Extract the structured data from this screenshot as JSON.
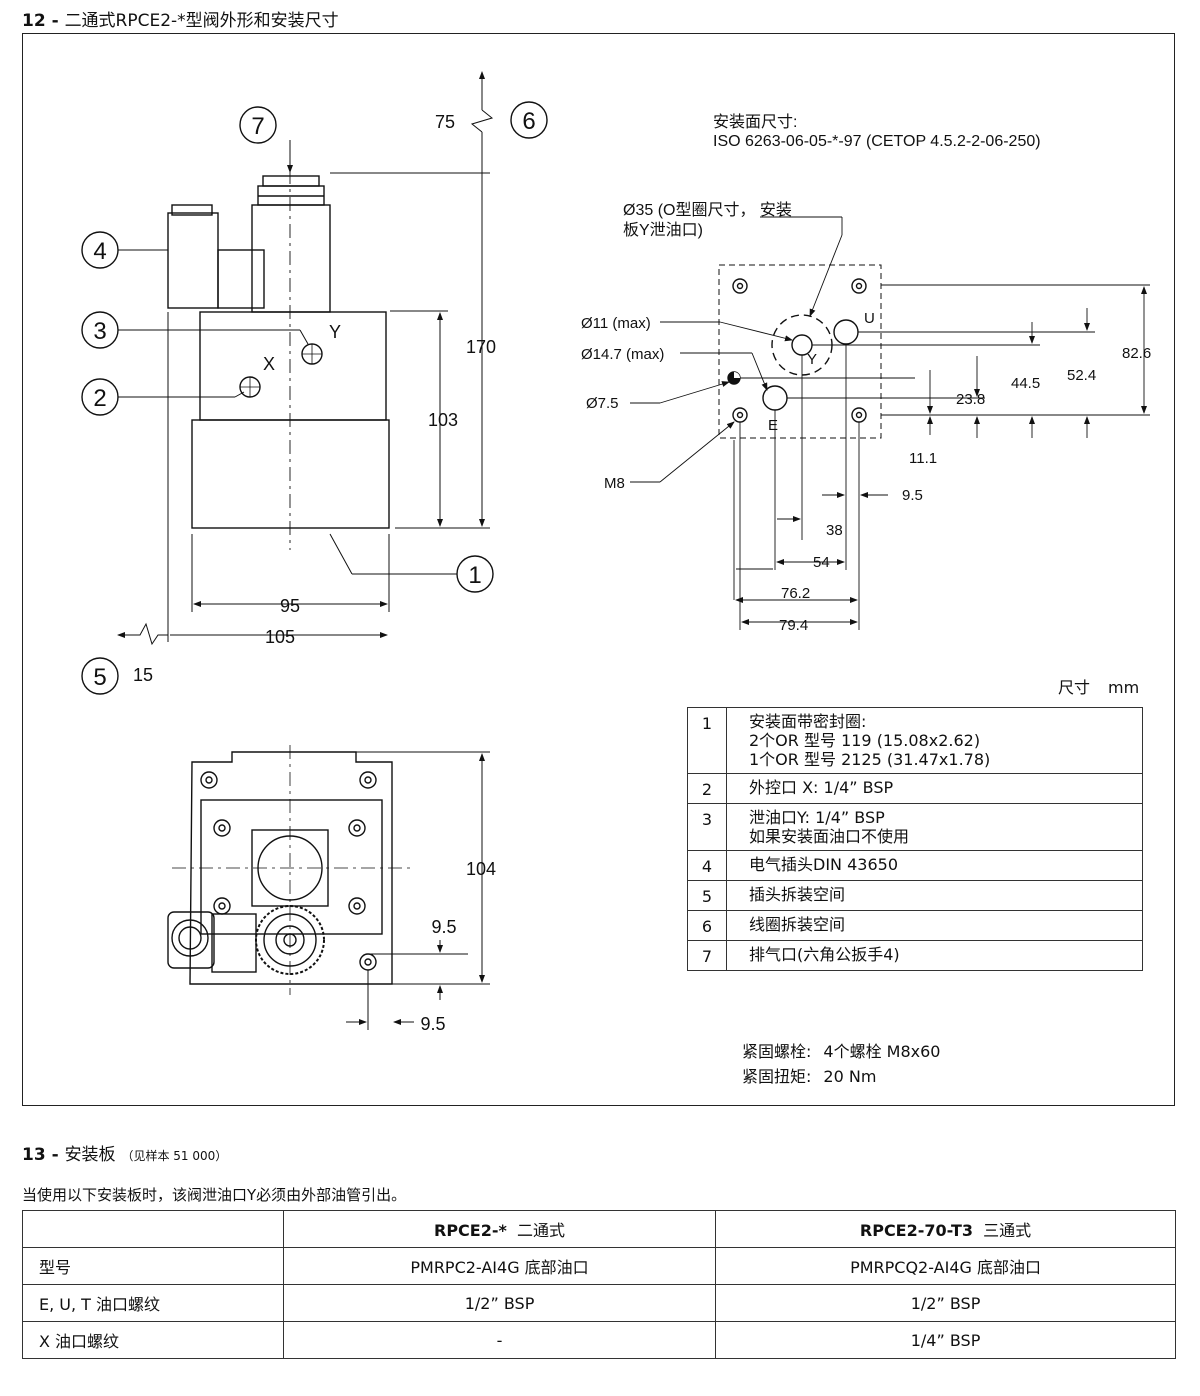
{
  "section12": {
    "number": "12 -",
    "title": "二通式RPCE2-*型阀外形和安装尺寸"
  },
  "drawing": {
    "callouts": [
      "1",
      "2",
      "3",
      "4",
      "5",
      "6",
      "7"
    ],
    "side_view_dims": {
      "d75": "75",
      "d170": "170",
      "d103": "103",
      "d95": "95",
      "d105": "105",
      "d15": "15"
    },
    "port_labels": {
      "x": "X",
      "y": "Y"
    },
    "top_view_dims": {
      "d104": "104",
      "d9_5a": "9.5",
      "d9_5b": "9.5"
    },
    "mounting_title_1": "安装面尺寸:",
    "mounting_title_2": "ISO 6263-06-05-*-97 (CETOP 4.5.2-2-06-250)",
    "oring_label_1": "Ø35 (O型圈尺寸， 安装",
    "oring_label_2": "板Y泄油口)",
    "d11": "Ø11 (max)",
    "d14_7": "Ø14.7 (max)",
    "d7_5": "Ø7.5",
    "m8": "M8",
    "port_u": "U",
    "port_y": "Y",
    "port_e": "E",
    "v82_6": "82.6",
    "v52_4": "52.4",
    "v44_5": "44.5",
    "v23_8": "23.8",
    "v11_1": "11.1",
    "h9_5": "9.5",
    "h38": "38",
    "h54": "54",
    "h76_2": "76.2",
    "h79_4": "79.4"
  },
  "units": {
    "label": "尺寸",
    "unit": "mm"
  },
  "legend": [
    {
      "num": "1",
      "lines": [
        "安装面带密封圈:",
        "2个OR  型号 119 (15.08x2.62)",
        "1个OR  型号 2125 (31.47x1.78)"
      ]
    },
    {
      "num": "2",
      "lines": [
        "外控口  X: 1/4” BSP"
      ]
    },
    {
      "num": "3",
      "lines": [
        "泄油口Y: 1/4” BSP",
        "如果安装面油口不使用"
      ]
    },
    {
      "num": "4",
      "lines": [
        "电气插头DIN 43650"
      ]
    },
    {
      "num": "5",
      "lines": [
        "插头拆装空间"
      ]
    },
    {
      "num": "6",
      "lines": [
        "线圈拆装空间"
      ]
    },
    {
      "num": "7",
      "lines": [
        "排气口(六角公扳手4)"
      ]
    }
  ],
  "fastening": {
    "bolts_label": "紧固螺栓:",
    "bolts_value": "4个螺栓  M8x60",
    "torque_label": "紧固扭矩:",
    "torque_value": "20 Nm"
  },
  "section13": {
    "number": "13 -",
    "title": "安装板",
    "note": "（见样本 51 000）",
    "intro": "当使用以下安装板时，该阀泄油口Y必须由外部油管引出。"
  },
  "plates_table": {
    "col1_bold": "RPCE2-*",
    "col1_rest": "二通式",
    "col2_bold": "RPCE2-70-T3",
    "col2_rest": "三通式",
    "rows": [
      {
        "label": "型号",
        "v1": "PMRPC2-AI4G 底部油口",
        "v2": "PMRPCQ2-AI4G 底部油口"
      },
      {
        "label": "E, U, T 油口螺纹",
        "v1": "1/2” BSP",
        "v2": "1/2” BSP"
      },
      {
        "label": "X  油口螺纹",
        "v1": "-",
        "v2": "1/4” BSP"
      }
    ]
  }
}
